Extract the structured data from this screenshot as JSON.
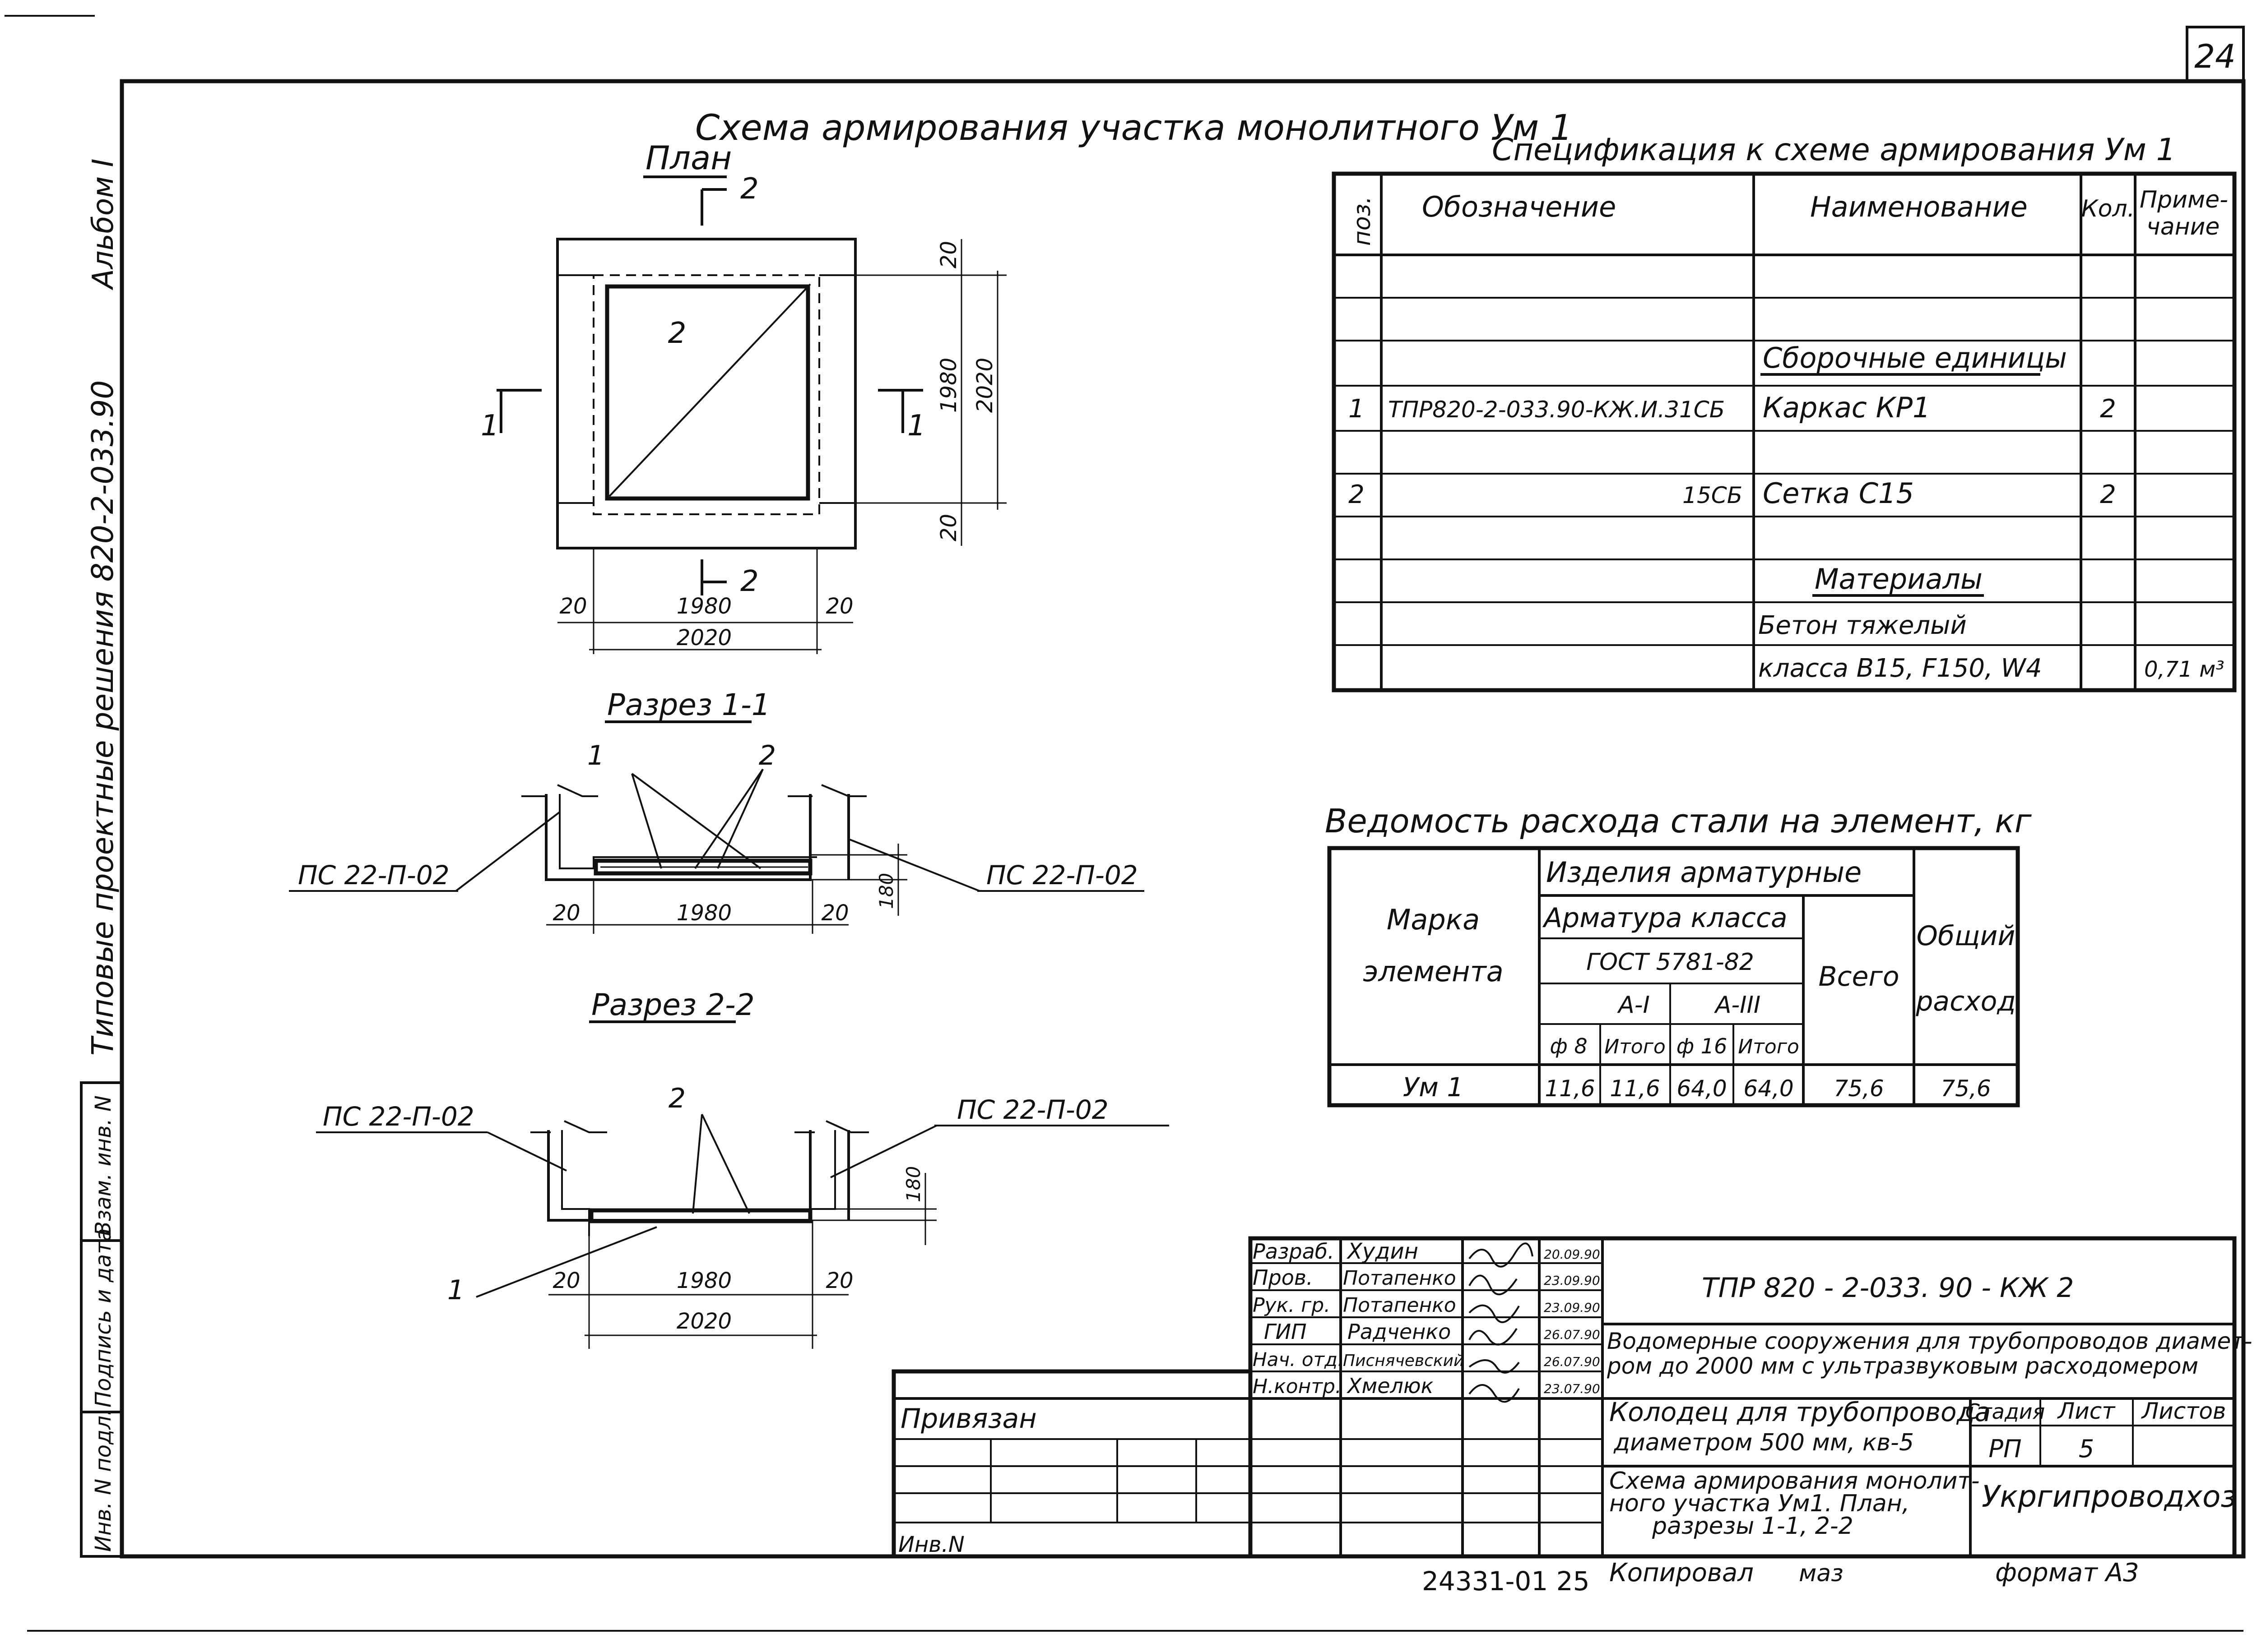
{
  "sheet": {
    "page_number": "24",
    "album_label": "Альбом I",
    "series_label": "Типовые проектные решения 820-2-033.90",
    "main_title": "Схема армирования участка монолитного Ум 1",
    "plan_label": "План",
    "section_1_label": "Разрез 1-1",
    "section_2_label": "Разрез 2-2",
    "copied_label": "Копировал",
    "copied_sign": "маз",
    "format_label": "формат А3",
    "archive_number": "24331-01 25"
  },
  "plan": {
    "dims_bottom": [
      "20",
      "1980",
      "20",
      "2020"
    ],
    "dims_right": [
      "20",
      "1980",
      "2020",
      "20"
    ],
    "pos_label": "2",
    "cut_1": "1",
    "cut_2": "2"
  },
  "sections": {
    "s1": {
      "callouts": [
        "1",
        "2"
      ],
      "left_label": "ПС 22-П-02",
      "right_label": "ПС 22-П-02",
      "dims": [
        "20",
        "1980",
        "20",
        "180"
      ]
    },
    "s2": {
      "callouts": [
        "2",
        "1"
      ],
      "left_label": "ПС 22-П-02",
      "right_label": "ПС 22-П-02",
      "dims": [
        "20",
        "1980",
        "20",
        "2020",
        "180"
      ]
    }
  },
  "spec": {
    "title": "Спецификация к схеме армирования Ум 1",
    "headers": [
      "поз.",
      "Обозначение",
      "Наименование",
      "Кол.",
      "Приме-",
      "чание"
    ],
    "group_units": "Сборочные единицы",
    "group_materials": "Материалы",
    "rows": [
      {
        "pos": "1",
        "code": "ТПР820-2-033.90-КЖ.И.31СБ",
        "name": "Каркас КР1",
        "qty": "2",
        "note": ""
      },
      {
        "pos": "2",
        "code": "15СБ",
        "name": "Сетка С15",
        "qty": "2",
        "note": ""
      }
    ],
    "material_name_1": "Бетон тяжелый",
    "material_name_2": "класса В15, F150, W4",
    "material_note": "0,71 м³"
  },
  "steel": {
    "title": "Ведомость расхода стали на элемент, кг",
    "h_mark_1": "Марка",
    "h_mark_2": "элемента",
    "h_products": "Изделия арматурные",
    "h_class": "Арматура класса",
    "h_gost": "ГОСТ 5781-82",
    "h_a1": "А-I",
    "h_a3": "А-III",
    "h_d8": "ф 8",
    "h_itogo1": "Итого",
    "h_d16": "ф 16",
    "h_itogo2": "Итого",
    "h_total": "Всего",
    "h_general_1": "Общий",
    "h_general_2": "расход",
    "row": {
      "mark": "Ум 1",
      "d8": "11,6",
      "itogo1": "11,6",
      "d16": "64,0",
      "itogo2": "64,0",
      "total": "75,6",
      "general": "75,6"
    }
  },
  "stamp": {
    "roles": [
      {
        "role": "Разраб.",
        "name": "Худин",
        "date": "20.09.90"
      },
      {
        "role": "Пров.",
        "name": "Потапенко",
        "date": "23.09.90"
      },
      {
        "role": "Рук. гр.",
        "name": "Потапенко",
        "date": "23.09.90"
      },
      {
        "role": "ГИП",
        "name": "Радченко",
        "date": "26.07.90"
      },
      {
        "role": "Нач. отд.",
        "name": "Писнячевский",
        "date": "26.07.90"
      },
      {
        "role": "Н.контр.",
        "name": "Хмелюк",
        "date": "23.07.90"
      }
    ],
    "doc_code": "ТПР 820 - 2-033. 90 - КЖ 2",
    "project_1": "Водомерные сооружения для трубопроводов диамет-",
    "project_2": "ром до 2000 мм с ультразвуковым расходомером",
    "object_1": "Колодец для трубопровода",
    "object_2": "диаметром 500 мм, кв-5",
    "sheet_title_1": "Схема армирования монолит-",
    "sheet_title_2": "ного участка Ум1. План,",
    "sheet_title_3": "разрезы 1-1, 2-2",
    "h_stage": "Стадия",
    "h_sheet": "Лист",
    "h_sheets": "Листов",
    "stage": "РП",
    "sheet_no": "5",
    "org": "Укргипроводхоз",
    "tied": "Привязан",
    "inv": "Инв.N"
  },
  "margin": {
    "inv_orig": "Инв. N подл.",
    "sign_date": "Подпись и дата",
    "replace_inv": "Взам. инв. N"
  }
}
